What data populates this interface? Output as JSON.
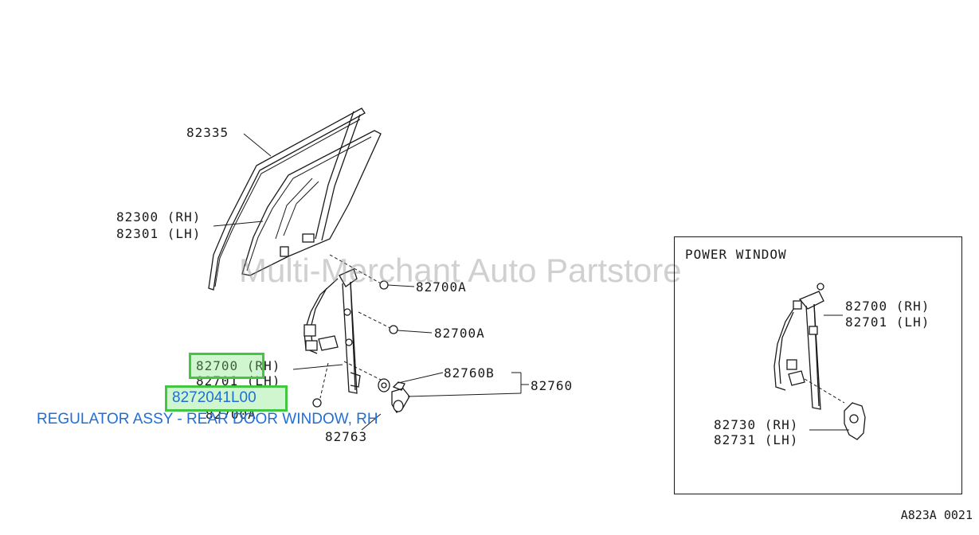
{
  "callouts": {
    "glass_run": "82335",
    "glass_rh": "82300 (RH)",
    "glass_lh": "82301 (LH)",
    "bolt_upper": "82700A",
    "bolt_mid": "82700A",
    "bolt_lower": "82700A",
    "regulator_rh": "82700 (RH)",
    "regulator_lh": "82701 (LH)",
    "handle_b": "82760B",
    "handle": "82760",
    "washer": "82763"
  },
  "selected_part": {
    "number": "8272041L00",
    "description": "REGULATOR ASSY - REAR DOOR WINDOW, RH"
  },
  "watermark": "Multi-Merchant Auto Partstore",
  "inset": {
    "title": "POWER WINDOW",
    "regulator_rh": "82700 (RH)",
    "regulator_lh": "82701 (LH)",
    "motor_rh": "82730 (RH)",
    "motor_lh": "82731 (LH)"
  },
  "diagram_code": "A823A 0021",
  "colors": {
    "highlight_border": "#43c743",
    "link_blue": "#1f6fd6"
  }
}
